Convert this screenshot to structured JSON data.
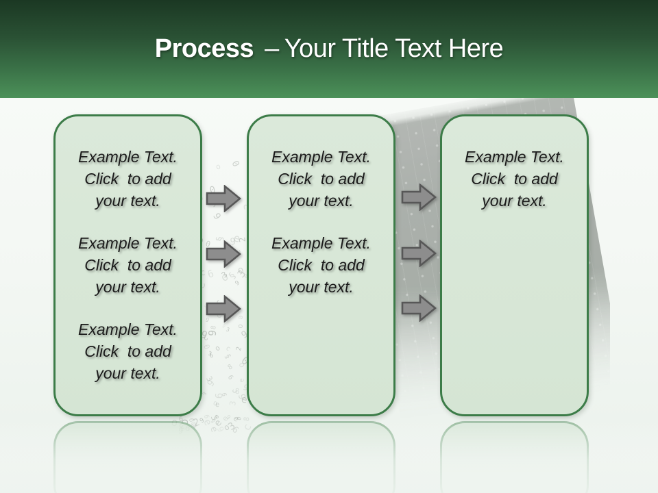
{
  "header": {
    "title_emphasis": "Process",
    "title_dash": "–",
    "title_rest": "Your Title Text Here"
  },
  "columns": [
    {
      "name": "process-step-1",
      "paragraphs": [
        "Example Text.\nClick  to add\nyour text.",
        "Example Text.\nClick  to add\nyour text.",
        "Example Text.\nClick  to add\nyour text."
      ]
    },
    {
      "name": "process-step-2",
      "paragraphs": [
        "Example Text.\nClick  to add\nyour text.",
        "Example Text.\nClick  to add\nyour text."
      ]
    },
    {
      "name": "process-step-3",
      "paragraphs": [
        "Example Text.\nClick  to add\nyour text."
      ]
    }
  ],
  "arrows": {
    "direction": "right",
    "between_step_1_and_2_count": 3,
    "between_step_2_and_3_count": 3
  },
  "colors": {
    "header_top": "#1b3823",
    "header_bottom": "#4c9159",
    "title_color": "#ffffff",
    "box_fill": "#d5e5d4",
    "box_border": "#3c7c48",
    "text_color": "#1b1b1b",
    "arrow_fill": "#8d8d8d",
    "arrow_stroke": "#575757",
    "background": "#f4f8f4"
  },
  "decor": {
    "scribble_glyphs": "0369o2e86§9o0c3e69"
  }
}
